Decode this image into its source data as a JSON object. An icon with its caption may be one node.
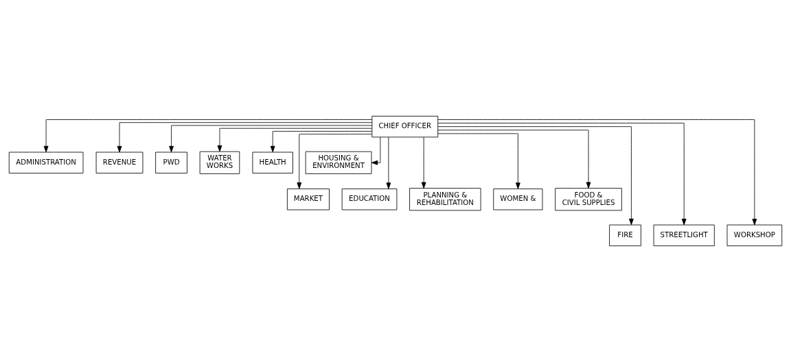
{
  "diagram": {
    "nodes": [
      {
        "text": [
          "CHIEF OFFICER"
        ]
      },
      {
        "text": [
          "ADMINISTRATION"
        ]
      },
      {
        "text": [
          "REVENUE"
        ]
      },
      {
        "text": [
          "PWD"
        ]
      },
      {
        "text": [
          "WATER WORKS"
        ]
      },
      {
        "text": [
          "HEALTH"
        ]
      },
      {
        "text": [
          "HOUSING & ENVIRONMENT"
        ]
      },
      {
        "text": [
          "MARKET"
        ]
      },
      {
        "text": [
          "EDUCATION"
        ]
      },
      {
        "text": [
          "PLANNING & REHABILITATION"
        ]
      },
      {
        "text": [
          "WOMEN &"
        ]
      },
      {
        "text": [
          "FOOD & CIVIL SUPPLIES"
        ]
      },
      {
        "text": [
          "FIRE"
        ]
      },
      {
        "text": [
          "STREETLIGHT"
        ]
      },
      {
        "text": [
          "WORKSHOP"
        ]
      }
    ],
    "edges": [
      {
        "from": 0,
        "to": 1,
        "arrow": "to"
      },
      {
        "from": 0,
        "to": 2,
        "arrow": "to"
      },
      {
        "from": 0,
        "to": 3,
        "arrow": "to"
      },
      {
        "from": 0,
        "to": 4,
        "arrow": "to"
      },
      {
        "from": 0,
        "to": 5,
        "arrow": "to"
      },
      {
        "from": 0,
        "to": 6,
        "arrow": "to"
      },
      {
        "from": 0,
        "to": 7,
        "arrow": "to"
      },
      {
        "from": 0,
        "to": 8,
        "arrow": "to"
      },
      {
        "from": 0,
        "to": 9,
        "arrow": "to"
      },
      {
        "from": 0,
        "to": 10,
        "arrow": "to"
      },
      {
        "from": 0,
        "to": 11,
        "arrow": "to"
      },
      {
        "from": 0,
        "to": 12,
        "arrow": "to"
      },
      {
        "from": 0,
        "to": 13,
        "arrow": "to"
      },
      {
        "from": 0,
        "to": 14,
        "arrow": "to"
      }
    ]
  }
}
